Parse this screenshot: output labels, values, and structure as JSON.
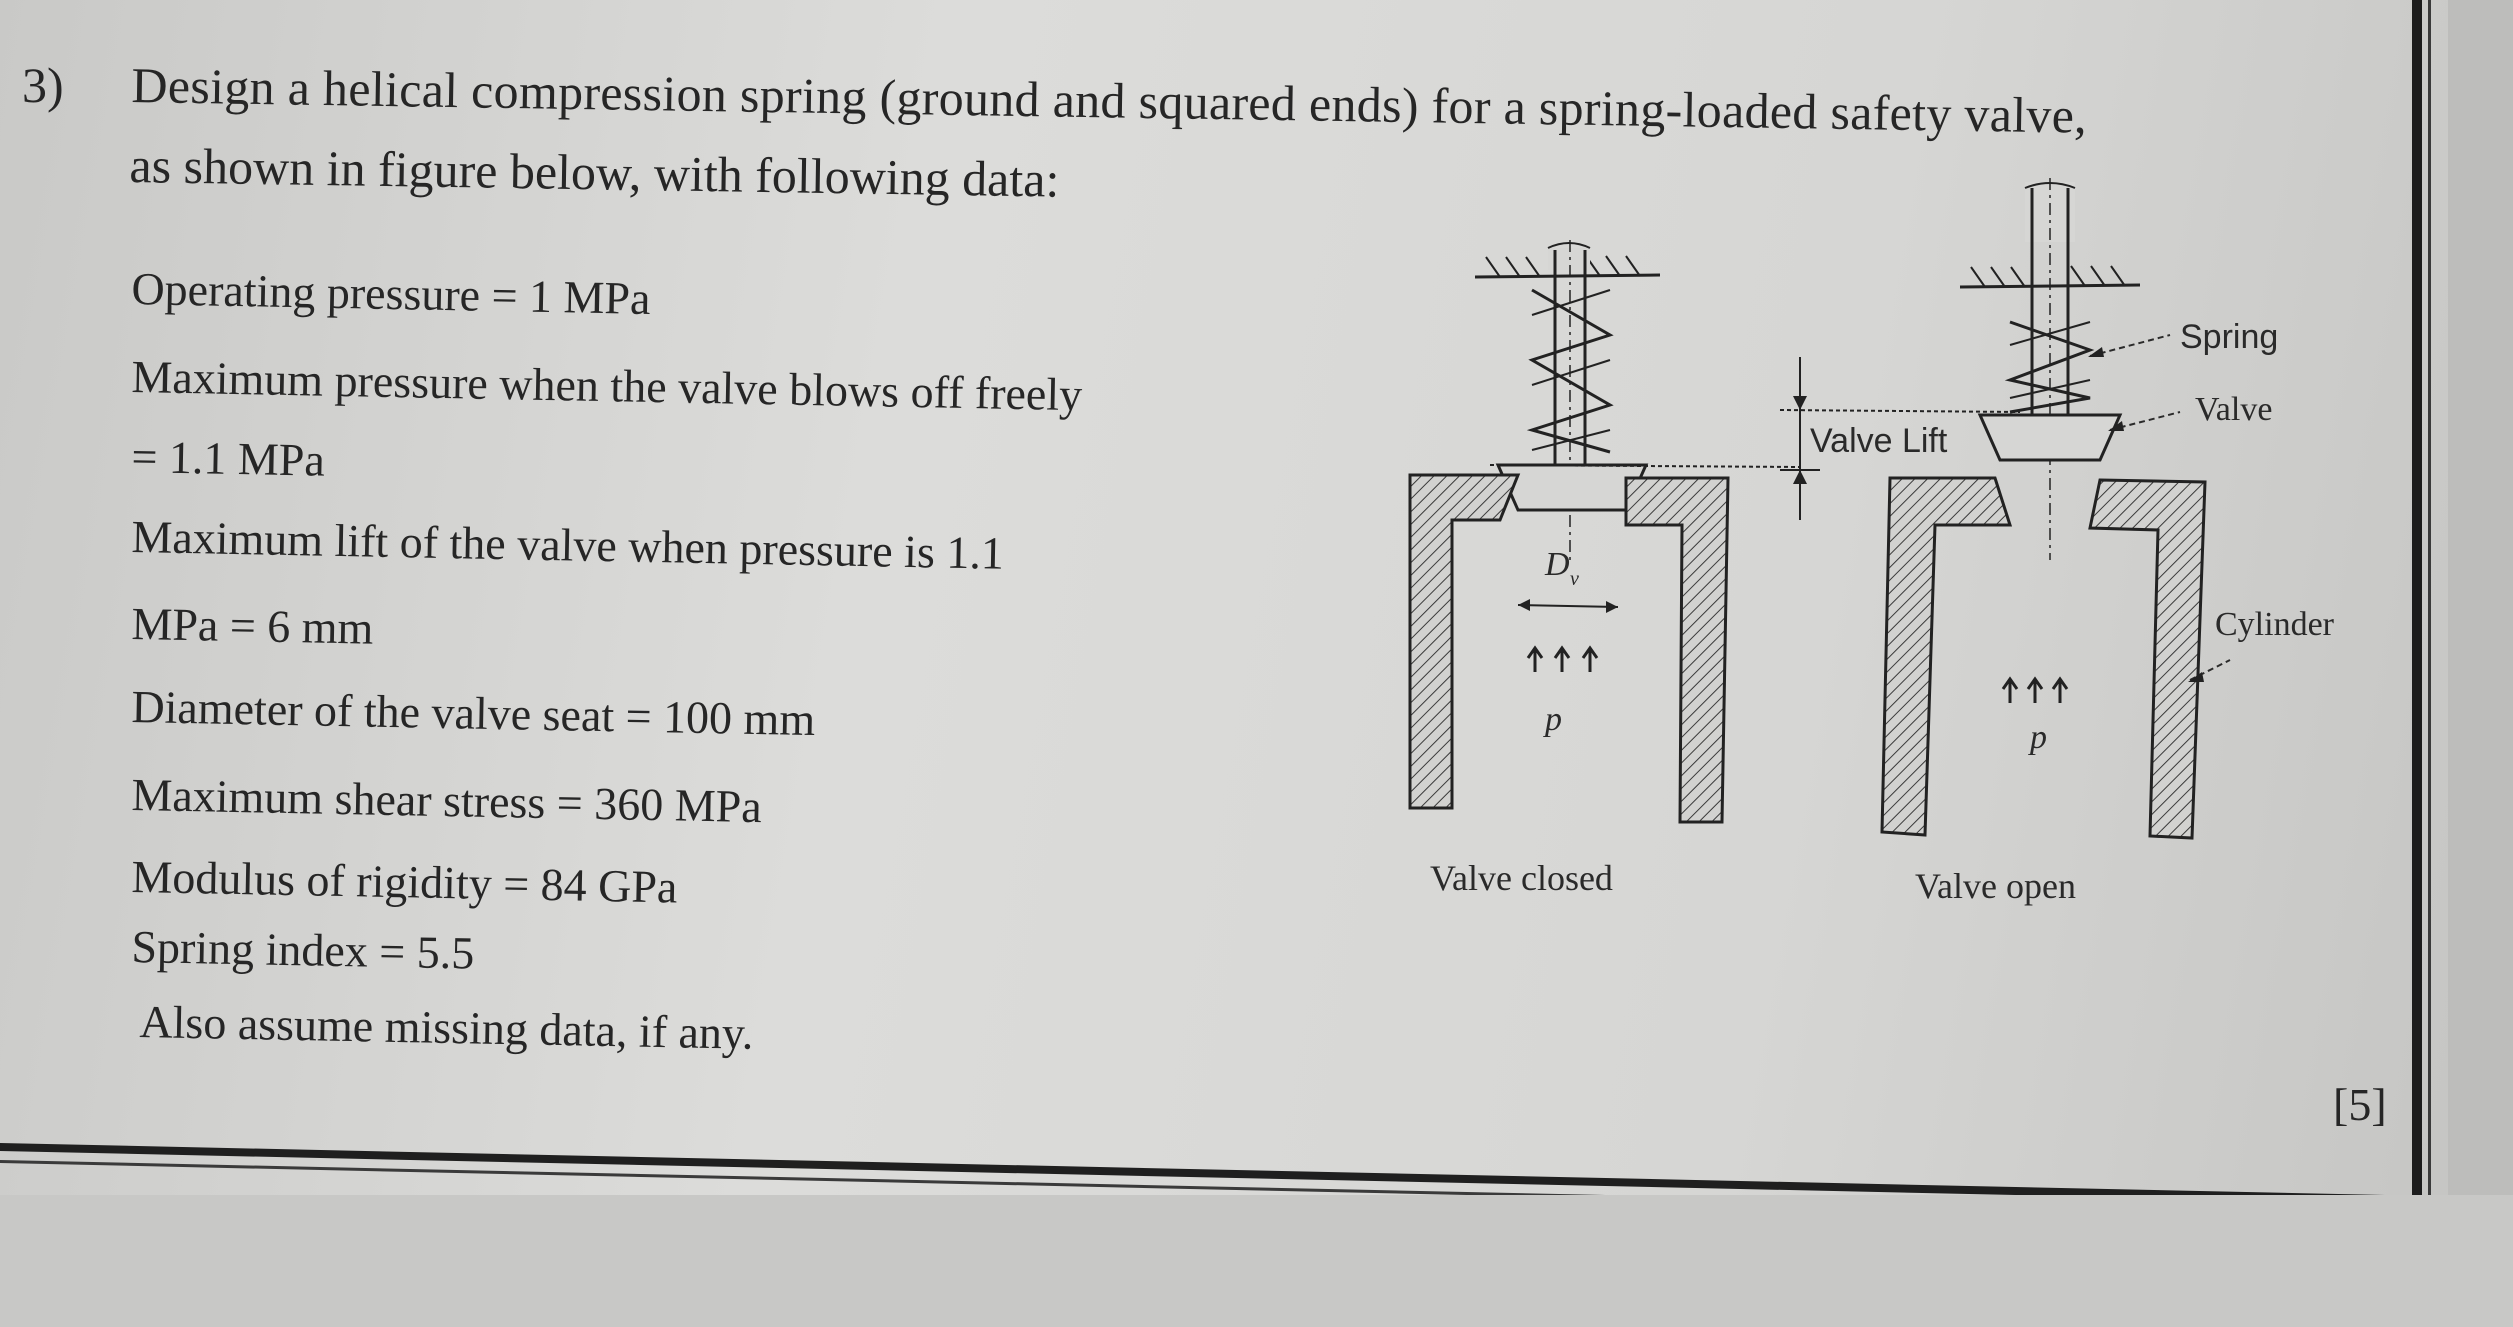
{
  "question": {
    "number": "3)",
    "statement_line1": "Design a helical compression spring (ground and squared ends) for a spring-loaded safety valve,",
    "statement_line2": "as shown in figure below, with following data:",
    "data_lines": [
      "Operating pressure = 1 MPa",
      "Maximum pressure when the valve blows off freely",
      "= 1.1 MPa",
      "Maximum lift of the valve when pressure is 1.1",
      "MPa = 6 mm",
      "Diameter of the valve seat = 100 mm",
      "Maximum shear stress = 360 MPa",
      "Modulus of rigidity = 84 GPa",
      "Spring index = 5.5",
      "Also assume missing data, if any."
    ],
    "marks": "[5]"
  },
  "figure": {
    "closed_caption": "Valve closed",
    "open_caption": "Valve open",
    "dv_label": "D",
    "dv_subscript": "v",
    "pressure_label": "p",
    "pressure_label_open": "p",
    "valve_lift_label": "Valve Lift",
    "spring_label": "Spring",
    "valve_label": "Valve",
    "cylinder_label": "Cylinder"
  }
}
